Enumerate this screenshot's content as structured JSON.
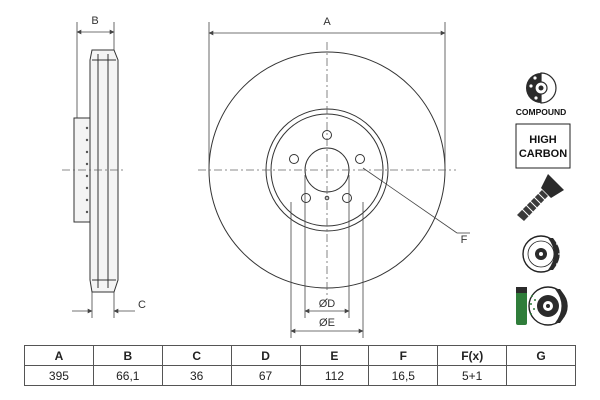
{
  "dimension_labels": {
    "a": "A",
    "b": "B",
    "c": "C",
    "d": "ØD",
    "e": "ØE",
    "f": "F"
  },
  "badges": {
    "compound": "COMPOUND",
    "high_carbon_line1": "HIGH",
    "high_carbon_line2": "CARBON"
  },
  "table": {
    "headers": [
      "A",
      "B",
      "C",
      "D",
      "E",
      "F",
      "F(x)",
      "G"
    ],
    "values": [
      "395",
      "66,1",
      "36",
      "67",
      "112",
      "16,5",
      "5+1",
      ""
    ]
  }
}
